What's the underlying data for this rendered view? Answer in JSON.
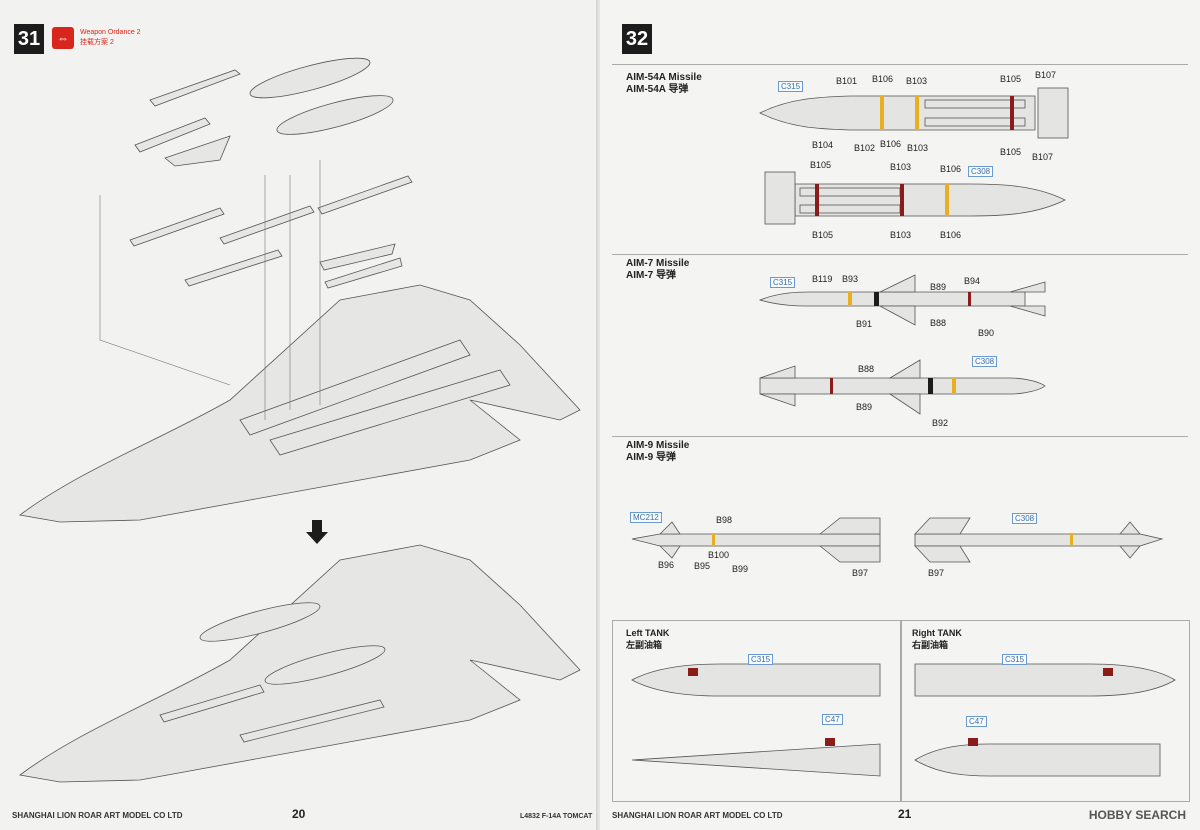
{
  "left_page": {
    "step": "31",
    "note": {
      "line1": "Weapon Ordance 2",
      "line2": "挂载方案 2"
    },
    "footer": "SHANGHAI LION ROAR ART MODEL CO LTD",
    "page_number": "20",
    "model": "L4832  F-14A  TOMCAT"
  },
  "right_page": {
    "step": "32",
    "footer": "SHANGHAI LION ROAR ART MODEL CO LTD",
    "page_number": "21",
    "aim54": {
      "title_en": "AIM-54A Missile",
      "title_cn": "AIM-54A 导弹",
      "top_codes": [
        "C315"
      ],
      "top_labels": [
        "B101",
        "B106",
        "B103",
        "B105",
        "B107"
      ],
      "bottom_labels": [
        "B104",
        "B102",
        "B106",
        "B103",
        "B105",
        "B107"
      ],
      "view2_top": [
        "B105",
        "B103",
        "B106"
      ],
      "view2_code": "C308",
      "view2_bottom": [
        "B105",
        "B103",
        "B106"
      ]
    },
    "aim7": {
      "title_en": "AIM-7  Missile",
      "title_cn": "AIM-7 导弹",
      "code1": "C315",
      "labels1": [
        "B119",
        "B93",
        "B89",
        "B94",
        "B91",
        "B88",
        "B90"
      ],
      "code2": "C308",
      "labels2": [
        "B88",
        "B89",
        "B92"
      ]
    },
    "aim9": {
      "title_en": "AIM-9  Missile",
      "title_cn": "AIM-9 导弹",
      "code1": "MC212",
      "labels1": [
        "B98",
        "B100",
        "B96",
        "B95",
        "B99",
        "B97"
      ],
      "code2": "C308",
      "labels2": [
        "B97"
      ]
    },
    "left_tank": {
      "title_en": "Left TANK",
      "title_cn": "左副油箱",
      "code1": "C315",
      "code2": "C47"
    },
    "right_tank": {
      "title_en": "Right TANK",
      "title_cn": "右副油箱",
      "code1": "C315",
      "code2": "C47"
    }
  },
  "watermark": "HOBBY SEARCH",
  "colors": {
    "paint_red": "#8a1c1c",
    "paint_yellow": "#e8b020",
    "paint_black": "#1c1c1c",
    "code_blue": "#3a6ea5",
    "note_red": "#d9261c"
  }
}
